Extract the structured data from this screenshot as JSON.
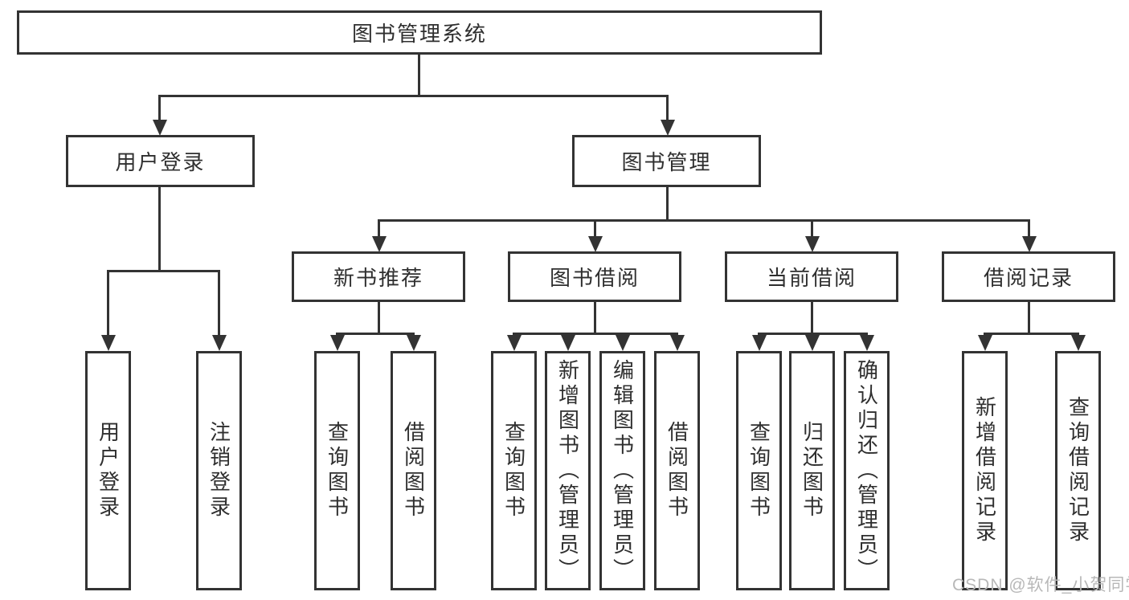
{
  "tree": {
    "root": {
      "label": "图书管理系统",
      "children": [
        {
          "label": "用户登录",
          "children": [
            {
              "label": "用户登录"
            },
            {
              "label": "注销登录"
            }
          ]
        },
        {
          "label": "图书管理",
          "children": [
            {
              "label": "新书推荐",
              "children": [
                {
                  "label": "查询图书"
                },
                {
                  "label": "借阅图书"
                }
              ]
            },
            {
              "label": "图书借阅",
              "children": [
                {
                  "label": "查询图书"
                },
                {
                  "label": "新增图书（管理员）"
                },
                {
                  "label": "编辑图书（管理员）"
                },
                {
                  "label": "借阅图书"
                }
              ]
            },
            {
              "label": "当前借阅",
              "children": [
                {
                  "label": "查询图书"
                },
                {
                  "label": "归还图书"
                },
                {
                  "label": "确认归还（管理员）"
                }
              ]
            },
            {
              "label": "借阅记录",
              "children": [
                {
                  "label": "新增借阅记录"
                },
                {
                  "label": "查询借阅记录"
                }
              ]
            }
          ]
        }
      ]
    }
  },
  "watermark": {
    "text": "CSDN @软件_小贺同学"
  },
  "colors": {
    "line": "#333333",
    "text": "#2f2f2f",
    "watermark": "#b8b8b8",
    "background": "#ffffff"
  }
}
